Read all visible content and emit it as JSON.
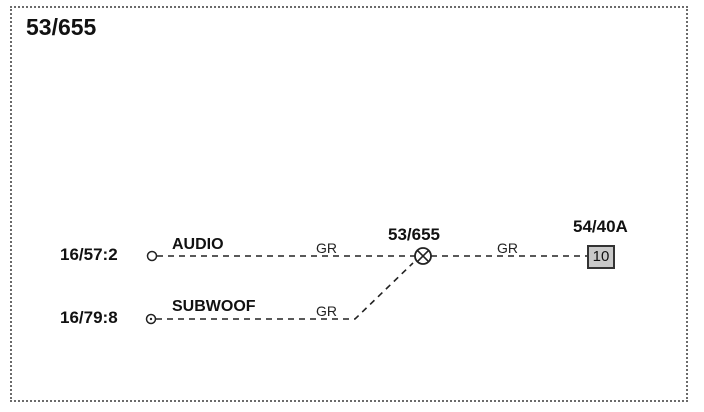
{
  "diagram": {
    "title": "53/655",
    "terminals": [
      {
        "id": "16/57:2",
        "signal": "AUDIO",
        "wire_color": "GR"
      },
      {
        "id": "16/79:8",
        "signal": "SUBWOOF",
        "wire_color": "GR"
      }
    ],
    "junction": {
      "label": "53/655"
    },
    "output": {
      "wire_color": "GR",
      "connector": "54/40A",
      "pin": "10"
    }
  }
}
